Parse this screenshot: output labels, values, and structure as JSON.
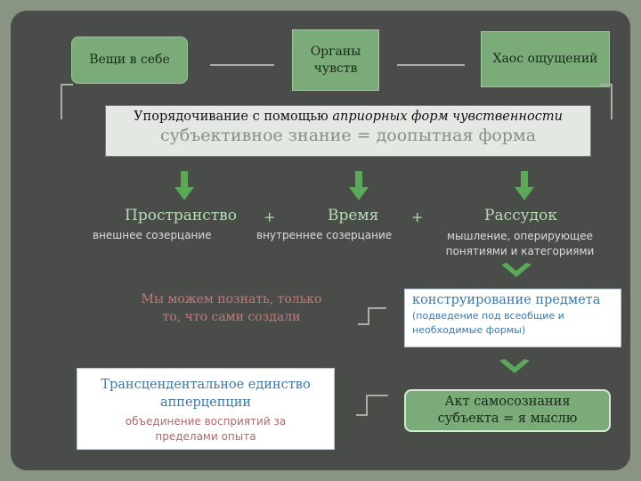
{
  "top": {
    "things_in_themselves": "Вещи в себе",
    "sense_organs_line1": "Органы",
    "sense_organs_line2": "чувств",
    "chaos": "Хаос ощущений"
  },
  "band": {
    "line1_prefix": "Упорядочивание с помощью ",
    "line1_italic": "априорных форм чувственности",
    "line2": "субъективное знание = доопытная форма"
  },
  "forms": {
    "space": "Пространство",
    "space_desc": "внешнее созерцание",
    "plus1": "+",
    "time": "Время",
    "time_desc": "внутреннее созерцание",
    "plus2": "+",
    "reason": "Рассудок",
    "reason_desc_line1": "мышление, оперирующее",
    "reason_desc_line2": "понятиями и категориями"
  },
  "middle": {
    "know_line1": "Мы можем познать, только",
    "know_line2": "то, что сами создали",
    "construct_title": "конструирование предмета",
    "construct_sub_line1": "(подведение под всеобщие и",
    "construct_sub_line2": "необходимые формы)"
  },
  "bottom": {
    "apperception_line1": "Трансцендентальное единство",
    "apperception_line2": "апперцепции",
    "apperception_sub_line1": "объединение восприятий за",
    "apperception_sub_line2": "пределами опыта",
    "selfawareness_line1": "Акт самосознания",
    "selfawareness_line2": "субъекта = я мыслю"
  },
  "colors": {
    "background": "#8a9482",
    "panel": "#4a4c4a",
    "green_box": "#7aab78",
    "arrow": "#5aa858",
    "band": "#e4e8e2"
  }
}
